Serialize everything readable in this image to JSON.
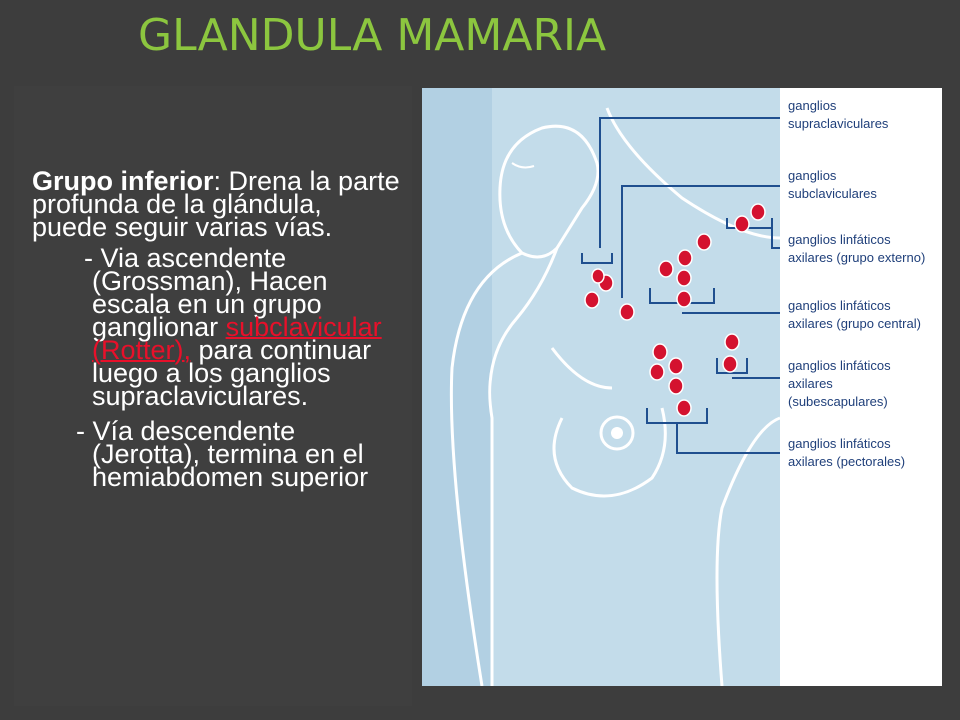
{
  "slide": {
    "title": "GLANDULA MAMARIA",
    "intro_bold": "Grupo inferior",
    "intro_rest": ": Drena la parte profunda de la glándula, puede seguir varias vías.",
    "asc_before": "- Via ascendente (Grossman), Hacen escala en un grupo ganglionar ",
    "asc_highlight": "subclavicular (Rotter),",
    "asc_after": " para continuar luego a los ganglios supraclaviculares.",
    "desc": "- Vía descendente (Jerotta), termina en el hemiabdomen superior"
  },
  "figure": {
    "labels": {
      "supra_1": "ganglios",
      "supra_2": "supraclaviculares",
      "subc_1": "ganglios",
      "subc_2": "subclaviculares",
      "ext_1": "ganglios linfáticos",
      "ext_2": "axilares (grupo externo)",
      "cen_1": "ganglios linfáticos",
      "cen_2": "axilares (grupo central)",
      "subesc_1": "ganglios linfáticos",
      "subesc_2": "axilares",
      "subesc_3": "(subescapulares)",
      "pec_1": "ganglios linfáticos",
      "pec_2": "axilares (pectorales)"
    },
    "colors": {
      "skin": "#b8d7e8",
      "background": "#d2e6f1",
      "node": "#d4122f",
      "line": "#1f4f8f"
    }
  }
}
